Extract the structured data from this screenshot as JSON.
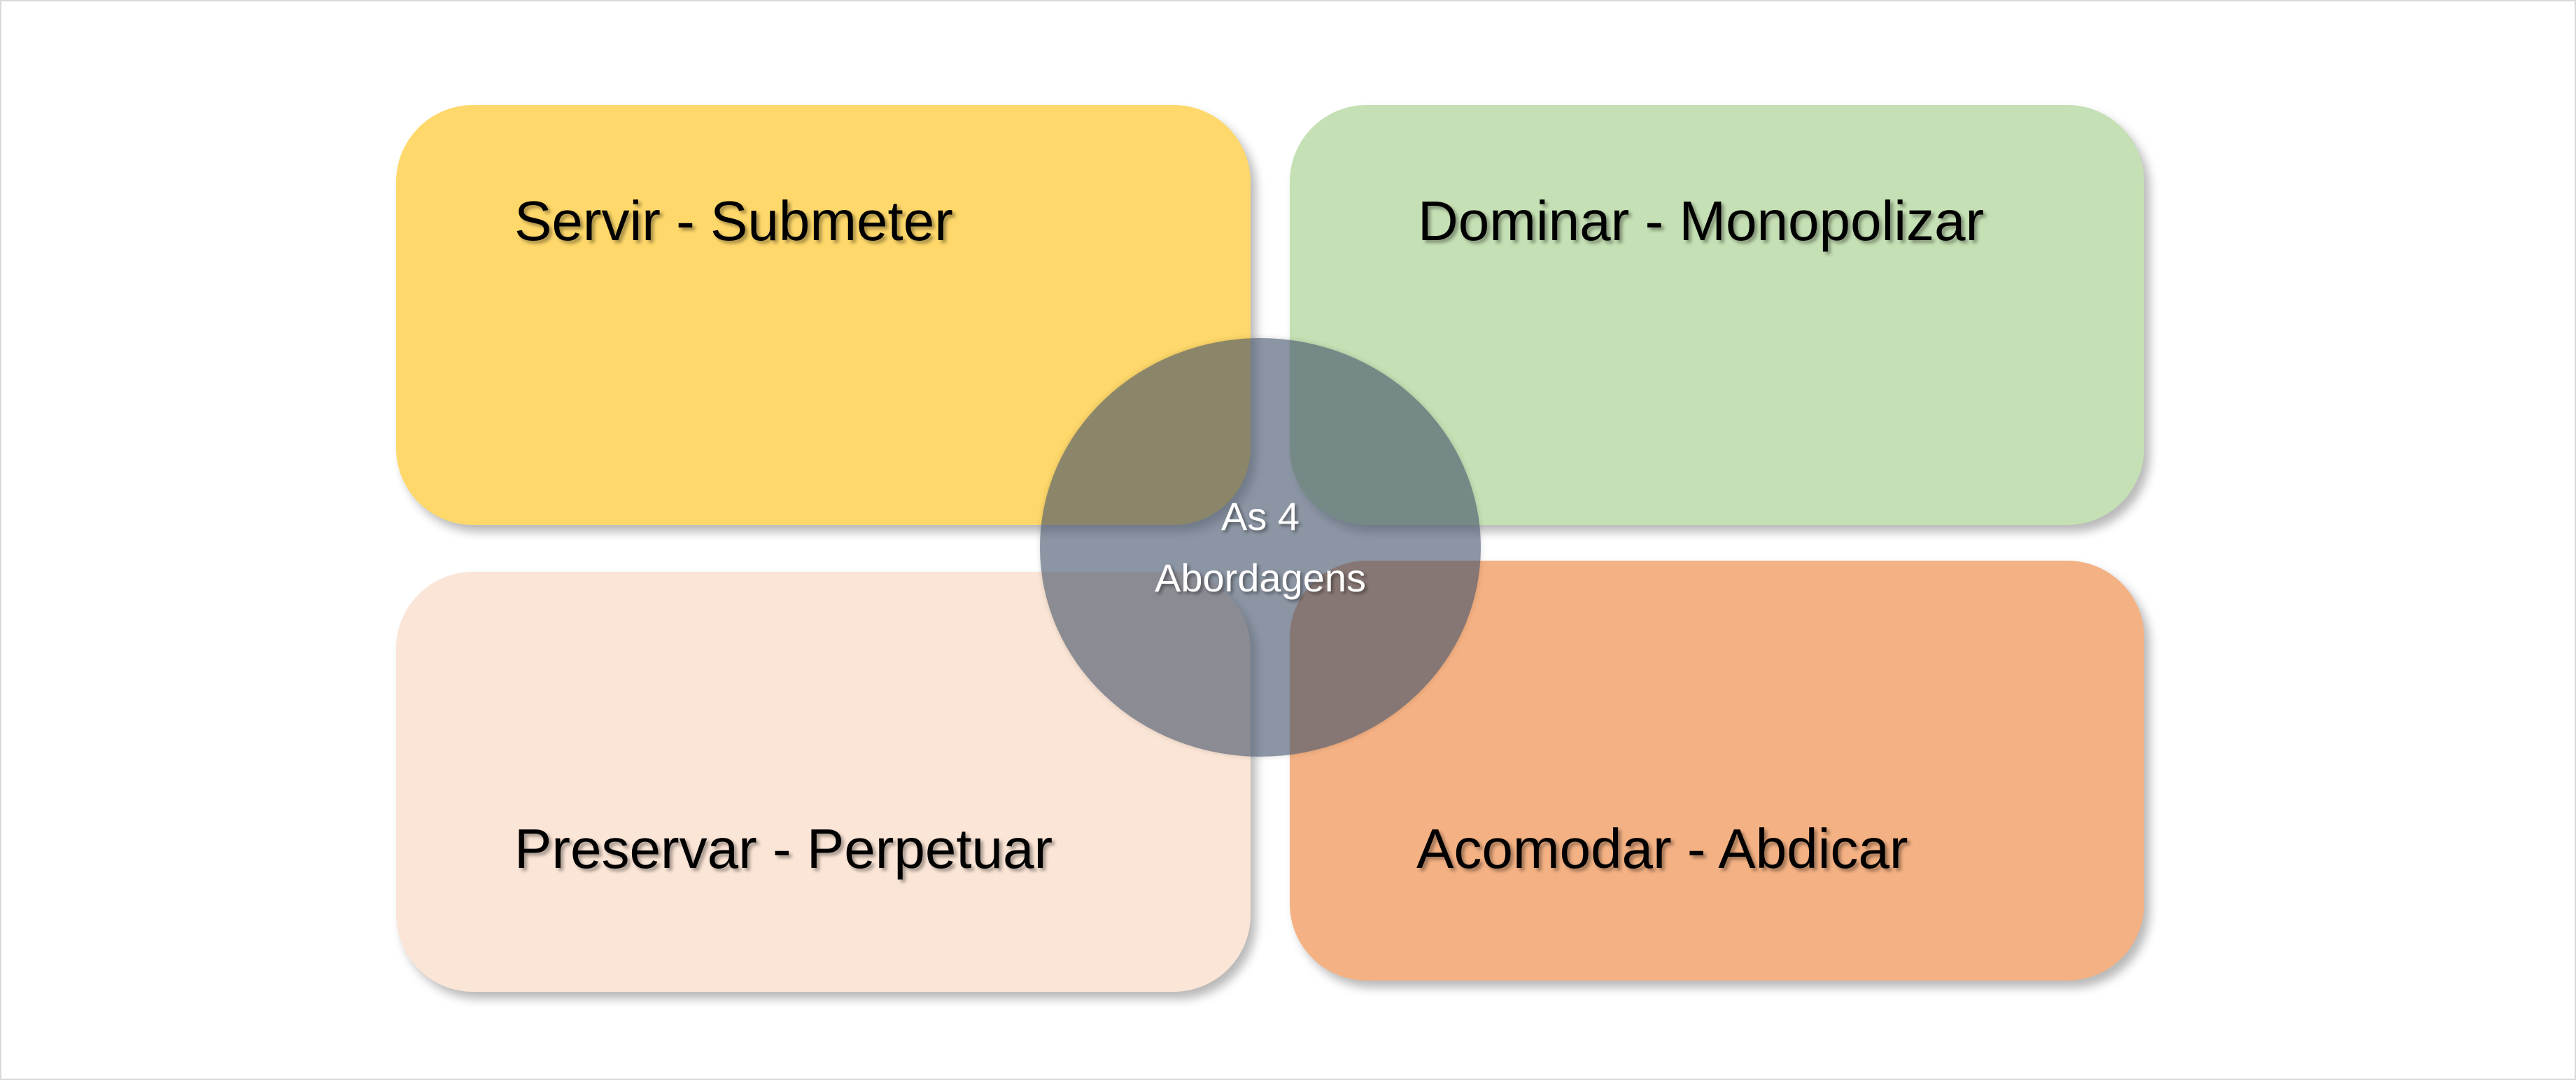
{
  "diagram": {
    "quadrants": [
      {
        "label": "Servir - Submeter",
        "color": "#fed86a"
      },
      {
        "label": "Dominar - Monopolizar",
        "color": "#c5e0b4"
      },
      {
        "label": "Preservar - Perpetuar",
        "color": "#fbe5d6"
      },
      {
        "label": "Acomodar - Abdicar",
        "color": "#f4b183"
      }
    ],
    "center": {
      "line1": "As 4",
      "line2": "Abordagens",
      "color": "#44546a"
    }
  }
}
